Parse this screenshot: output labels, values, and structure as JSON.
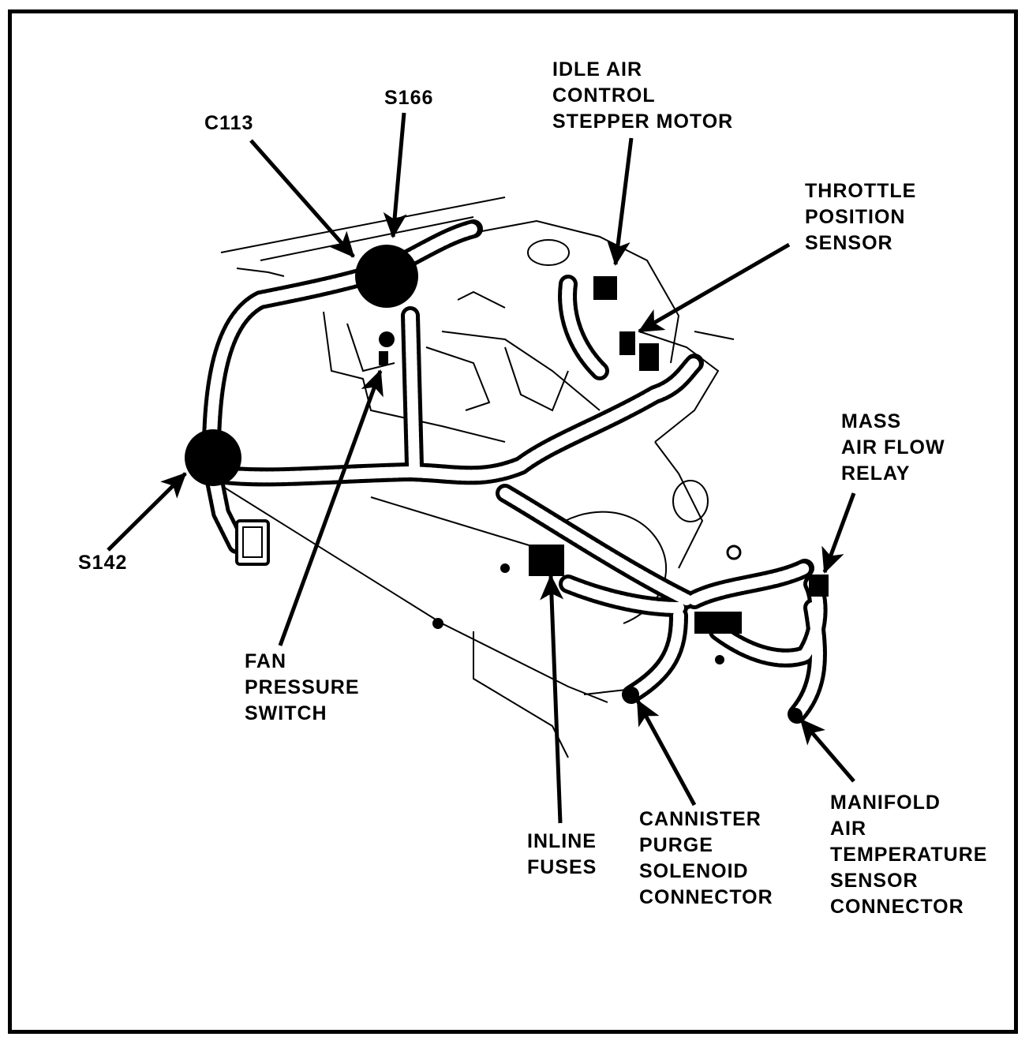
{
  "labels": {
    "idle_air": [
      "IDLE AIR",
      "CONTROL",
      "STEPPER MOTOR"
    ],
    "s166": [
      "S166"
    ],
    "c113": [
      "C113"
    ],
    "throttle": [
      "THROTTLE",
      "POSITION",
      "SENSOR"
    ],
    "maf_relay": [
      "MASS",
      "AIR FLOW",
      "RELAY"
    ],
    "s142": [
      "S142"
    ],
    "fan": [
      "FAN",
      "PRESSURE",
      "SWITCH"
    ],
    "inline": [
      "INLINE",
      "FUSES"
    ],
    "cannister": [
      "CANNISTER",
      "PURGE",
      "SOLENOID",
      "CONNECTOR"
    ],
    "manifold": [
      "MANIFOLD",
      "AIR",
      "TEMPERATURE",
      "SENSOR",
      "CONNECTOR"
    ]
  },
  "colors": {
    "ink": "#000000",
    "paper": "#ffffff"
  }
}
